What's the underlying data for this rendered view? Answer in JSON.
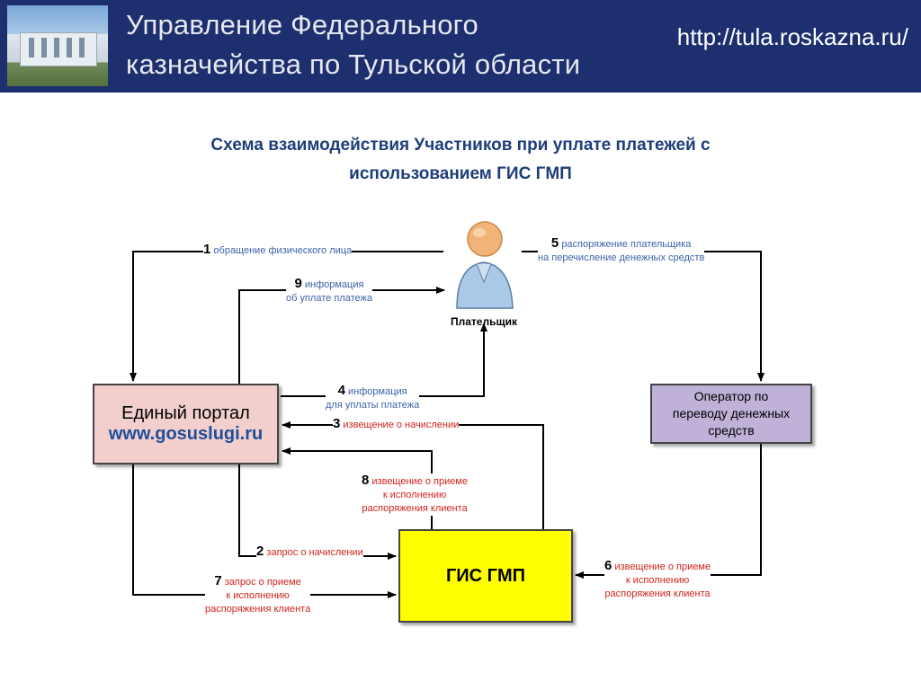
{
  "header": {
    "title_line1": "Управление Федерального",
    "title_line2": "казначейства по Тульской области",
    "url": "http://tula.roskazna.ru/"
  },
  "diagram": {
    "title_line1": "Схема взаимодействия Участников при уплате платежей с",
    "title_line2": "использованием ГИС ГМП",
    "nodes": {
      "payer": "Плательщик",
      "portal_name": "Единый портал",
      "portal_url": "www.gosuslugi.ru",
      "operator_line1": "Оператор по",
      "operator_line2": "переводу денежных",
      "operator_line3": "средств",
      "gis": "ГИС ГМП"
    },
    "flows": [
      {
        "num": "1",
        "lines": [
          "обращение физического лица"
        ],
        "color": "blue"
      },
      {
        "num": "2",
        "lines": [
          "запрос о начислении"
        ],
        "color": "red"
      },
      {
        "num": "3",
        "lines": [
          "извещение о начислении"
        ],
        "color": "red"
      },
      {
        "num": "4",
        "lines": [
          "информация",
          "для уплаты платежа"
        ],
        "color": "blue"
      },
      {
        "num": "5",
        "lines": [
          "распоряжение плательщика",
          "на перечисление денежных средств"
        ],
        "color": "blue"
      },
      {
        "num": "6",
        "lines": [
          "извещение о приеме",
          "к исполнению",
          "распоряжения клиента"
        ],
        "color": "red"
      },
      {
        "num": "7",
        "lines": [
          "запрос о приеме",
          "к исполнению",
          "распоряжения клиента"
        ],
        "color": "red"
      },
      {
        "num": "8",
        "lines": [
          "извещение о приеме",
          "к исполнению",
          "распоряжения клиента"
        ],
        "color": "red"
      },
      {
        "num": "9",
        "lines": [
          "информация",
          "об уплате платежа"
        ],
        "color": "blue"
      }
    ]
  },
  "colors": {
    "header_bg": "#1d2f6f",
    "title": "#1f3d7a",
    "blue_text": "#3d63a8",
    "red_text": "#d0231b",
    "portal_fill": "#f2cfcc",
    "operator_fill": "#bfb1d7",
    "gis_fill": "#ffff00"
  }
}
